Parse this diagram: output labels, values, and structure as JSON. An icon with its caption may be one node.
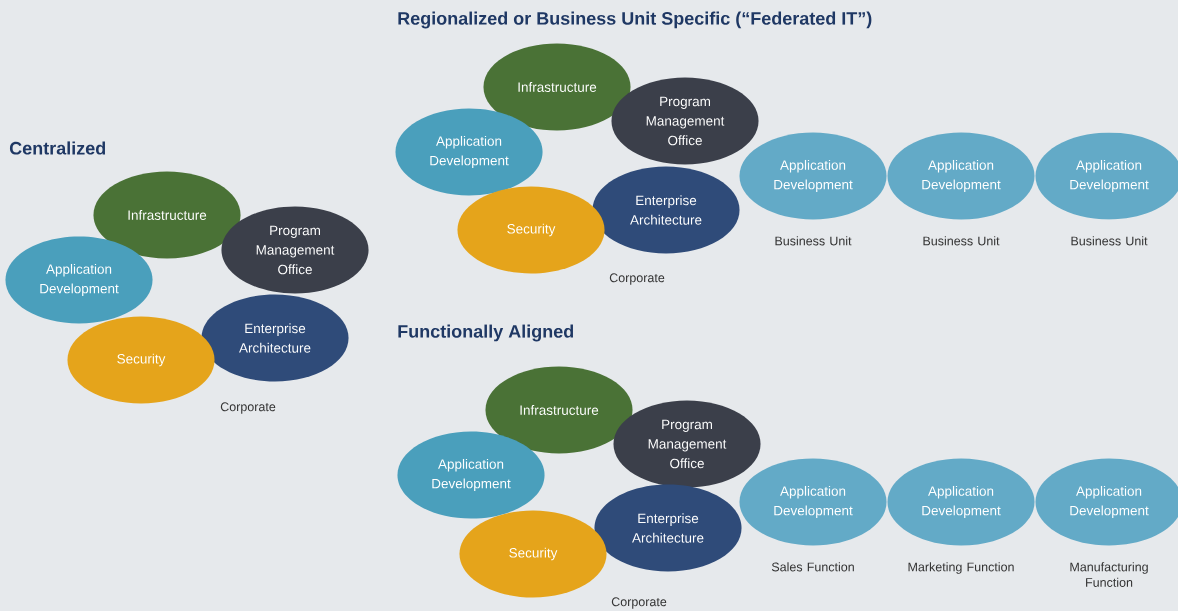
{
  "diagram": {
    "nodes": [
      {
        "text": [
          "Infrastructure"
        ]
      },
      {
        "text": [
          "Program Management Office"
        ]
      },
      {
        "text": [
          "Application Development"
        ]
      },
      {
        "text": [
          "Enterprise Architecture"
        ]
      },
      {
        "text": [
          "Security"
        ]
      },
      {
        "text": [
          "Infrastructure"
        ]
      },
      {
        "text": [
          "Program Management Office"
        ]
      },
      {
        "text": [
          "Application Development"
        ]
      },
      {
        "text": [
          "Enterprise Architecture"
        ]
      },
      {
        "text": [
          "Security"
        ]
      },
      {
        "text": [
          "Application Development"
        ],
        "beside": [
          "Business Unit"
        ]
      },
      {
        "text": [
          "Application Development"
        ],
        "beside": [
          "Business Unit"
        ]
      },
      {
        "text": [
          "Application Development"
        ],
        "beside": [
          "Business Unit"
        ]
      },
      {
        "text": [
          "Infrastructure"
        ]
      },
      {
        "text": [
          "Program Management Office"
        ]
      },
      {
        "text": [
          "Application Development"
        ]
      },
      {
        "text": [
          "Enterprise Architecture"
        ]
      },
      {
        "text": [
          "Security"
        ]
      },
      {
        "text": [
          "Application Development"
        ],
        "beside": [
          "Sales Function"
        ]
      },
      {
        "text": [
          "Application Development"
        ],
        "beside": [
          "Marketing Function"
        ]
      },
      {
        "text": [
          "Application Development"
        ],
        "beside": [
          "Manufacturing Function"
        ]
      }
    ],
    "edges": [],
    "labels": [
      "Regionalized or Business Unit Specific (“Federated IT”)",
      "Centralized",
      "Corporate",
      "Functionally Aligned",
      "Corporate",
      "Corporate"
    ]
  }
}
